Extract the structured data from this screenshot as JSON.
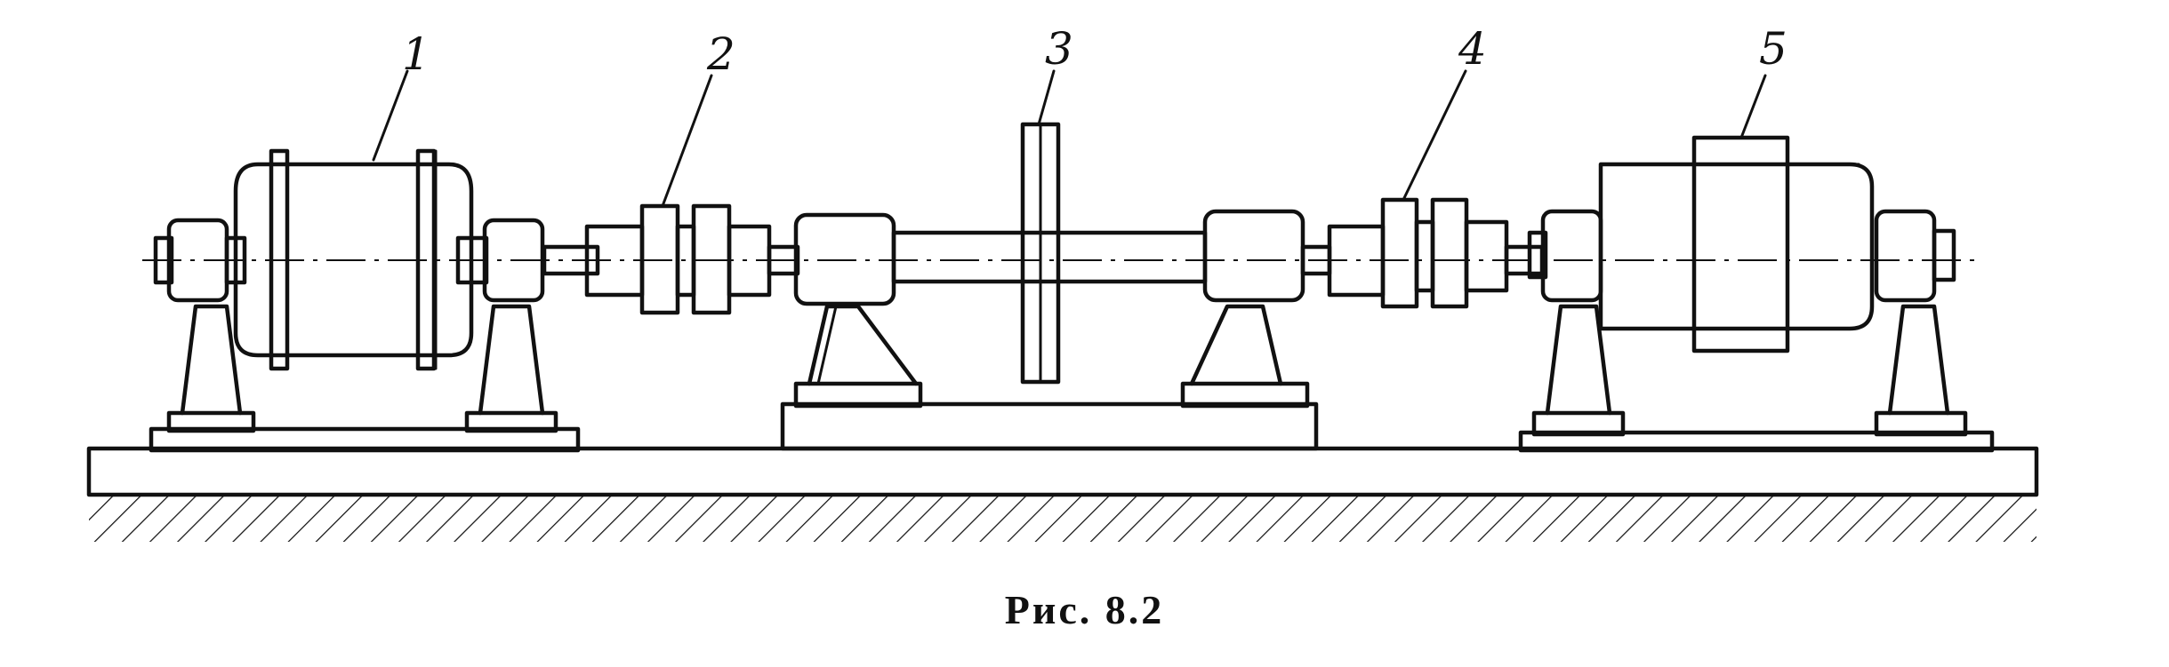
{
  "labels": {
    "l1": "1",
    "l2": "2",
    "l3": "3",
    "l4": "4",
    "l5": "5"
  },
  "caption": "Рис. 8.2"
}
